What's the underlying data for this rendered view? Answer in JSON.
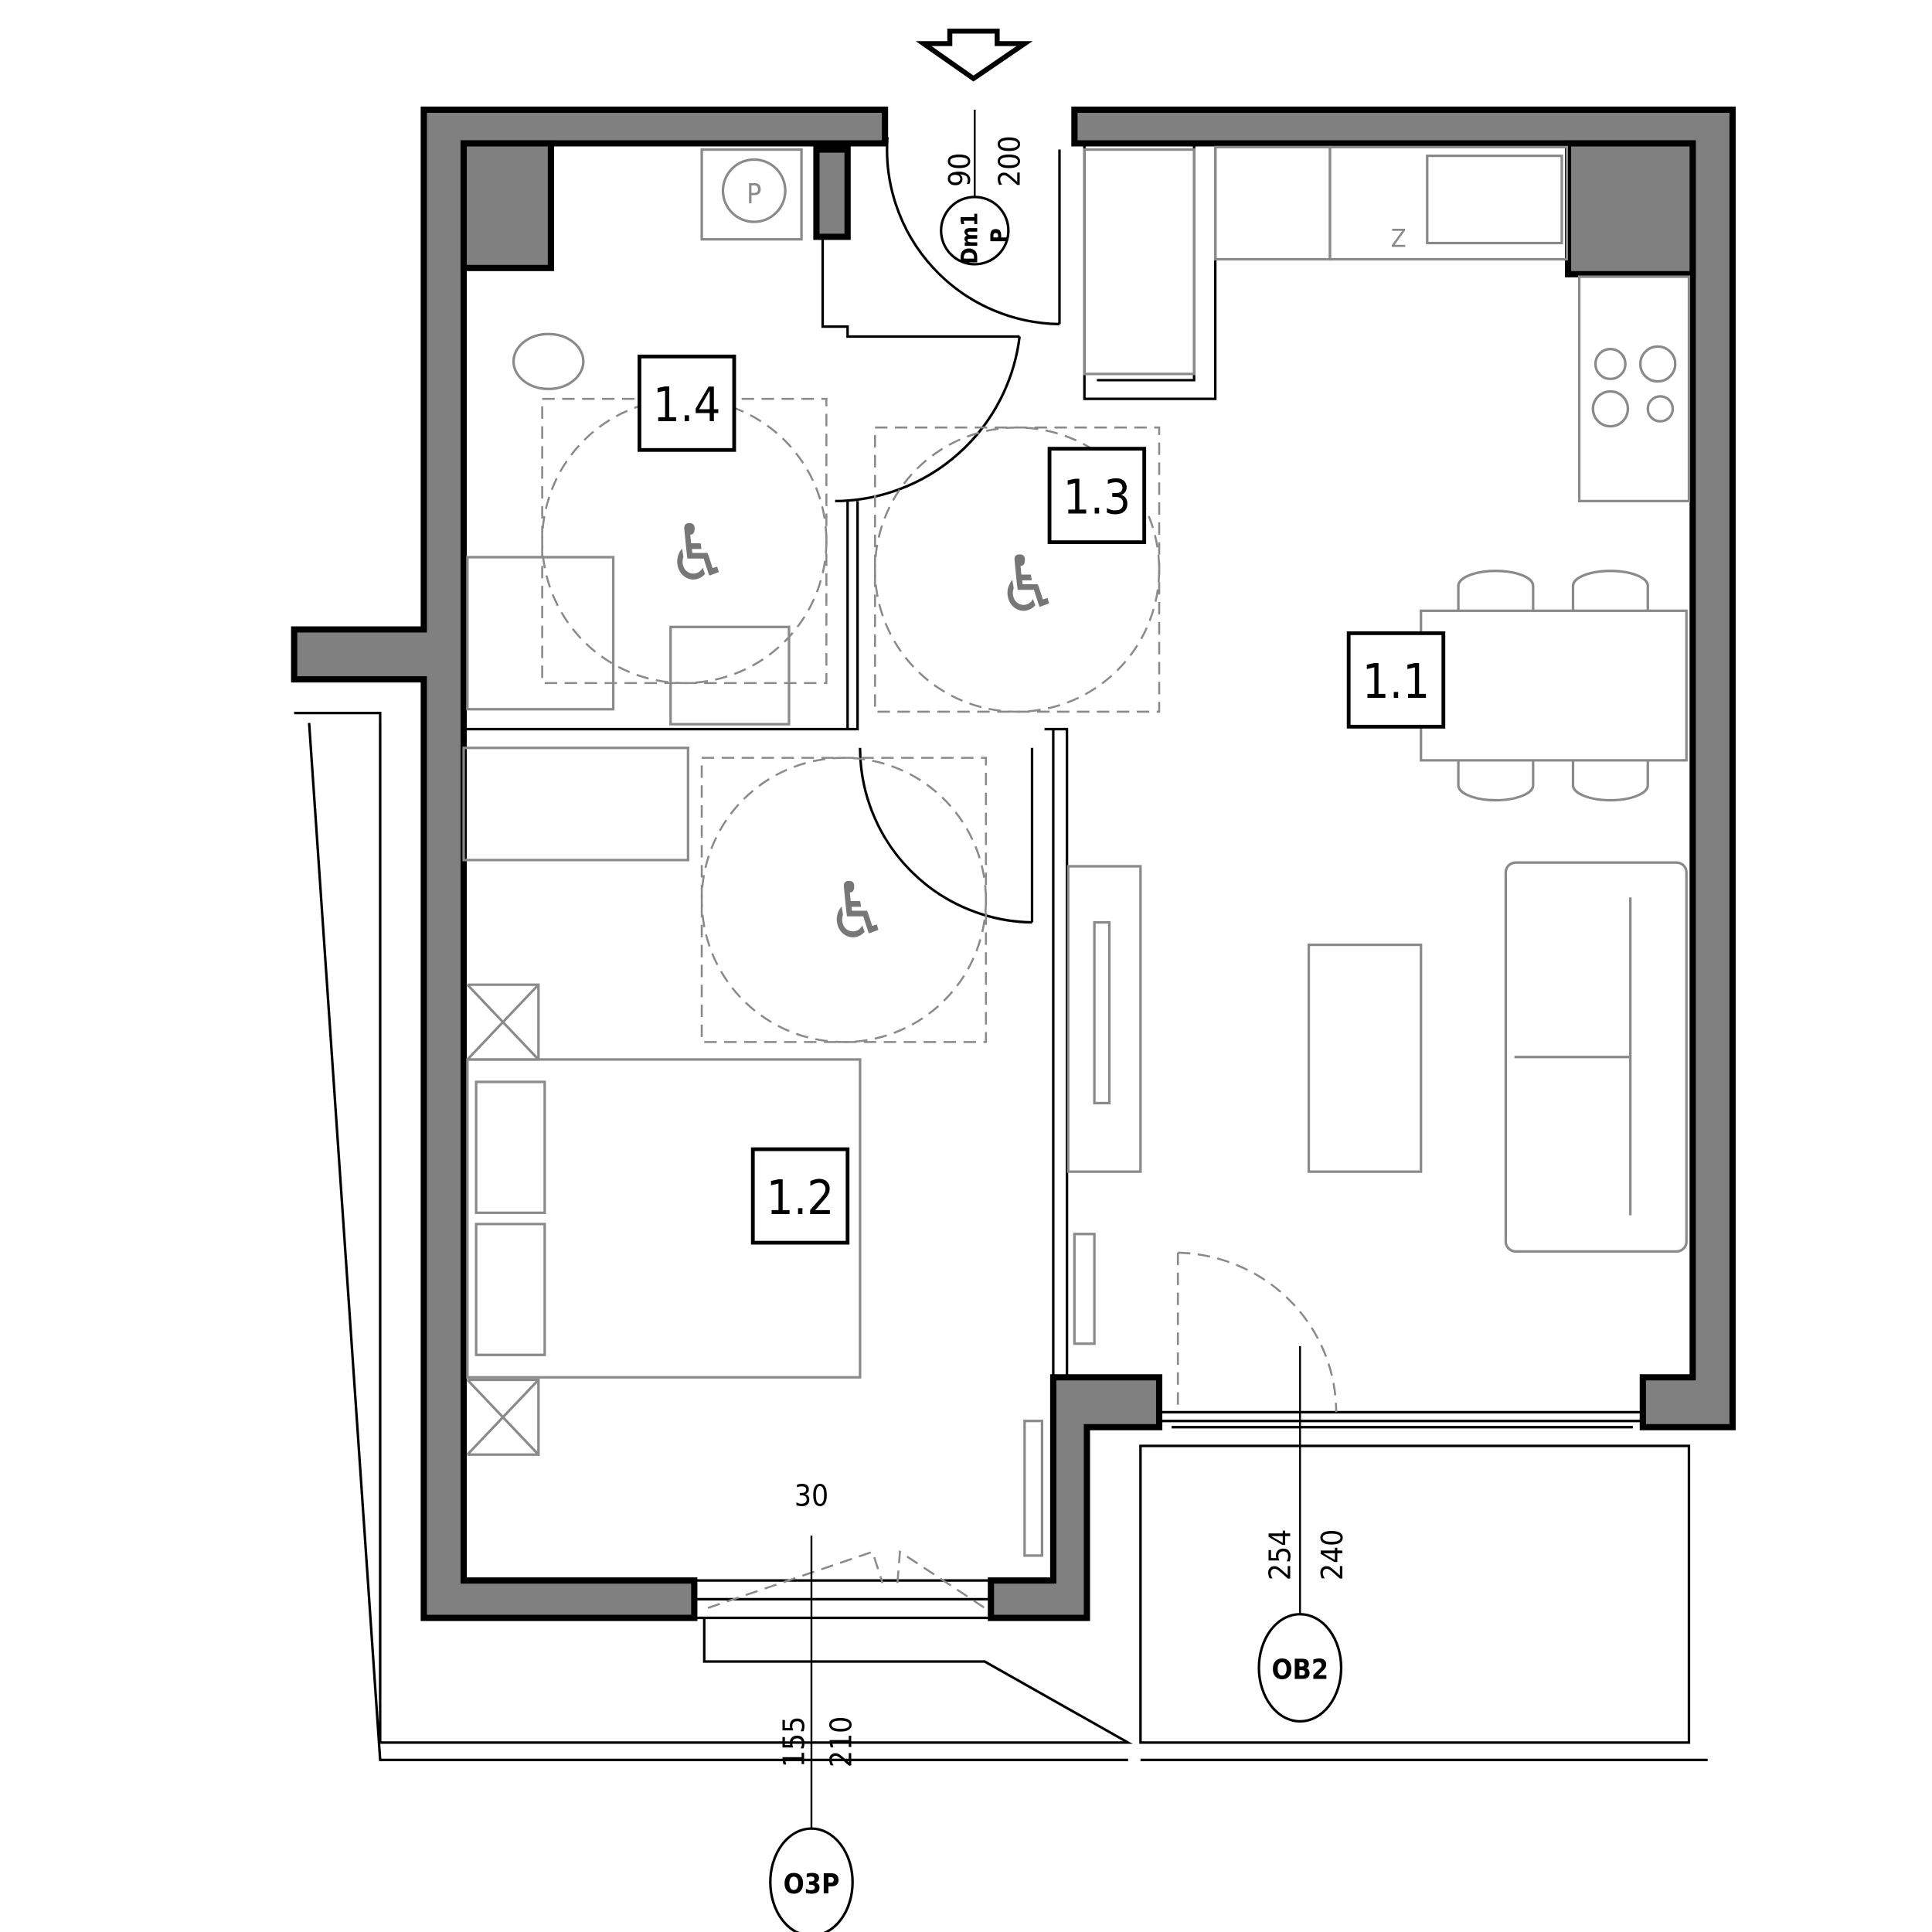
{
  "rooms": [
    {
      "id": "1.1"
    },
    {
      "id": "1.2"
    },
    {
      "id": "1.3"
    },
    {
      "id": "1.4"
    }
  ],
  "entrance_door": {
    "code": "Dm1",
    "type": "P",
    "width": "90",
    "height": "200"
  },
  "window_bedroom": {
    "code": "O3P",
    "top_dim": "30",
    "width": "155",
    "height": "210"
  },
  "balcony_door": {
    "code": "OB2",
    "width": "254",
    "height": "240"
  },
  "appliance_label": "P",
  "fridge_label": "Z",
  "colors": {
    "wall_fill": "#808080",
    "line": "#000000",
    "furniture": "#8a8a8a"
  }
}
